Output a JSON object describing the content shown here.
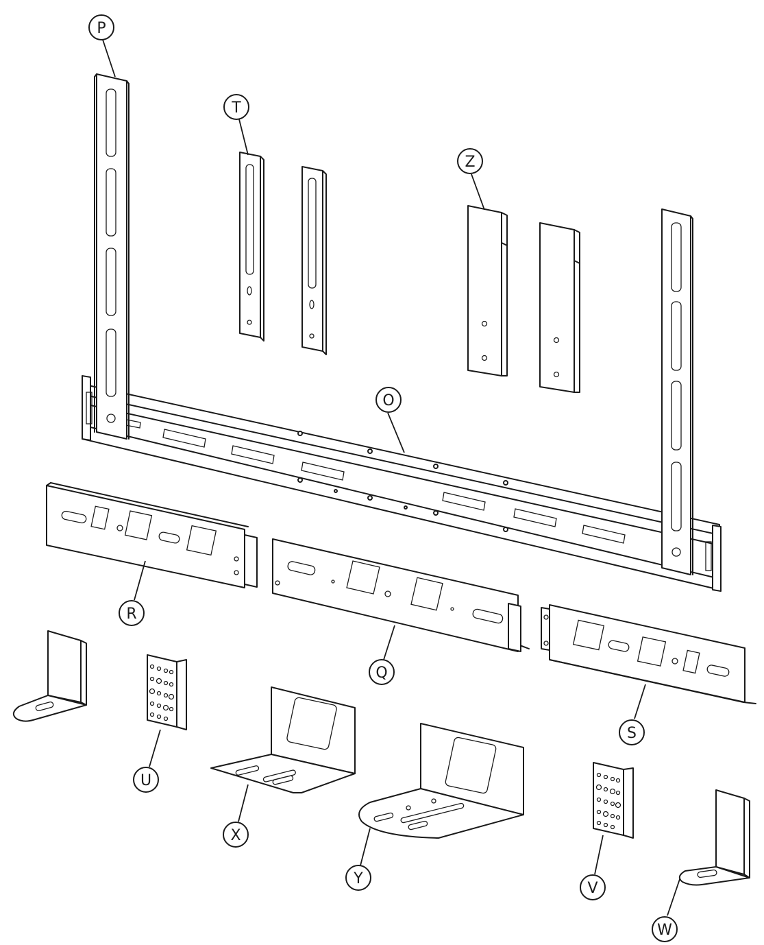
{
  "callouts": {
    "P": "P",
    "T": "T",
    "Z": "Z",
    "O": "O",
    "R": "R",
    "Q": "Q",
    "S": "S",
    "U": "U",
    "X": "X",
    "Y": "Y",
    "V": "V",
    "W": "W"
  },
  "colors": {
    "line": "#1a1a1a",
    "background": "#ffffff"
  }
}
